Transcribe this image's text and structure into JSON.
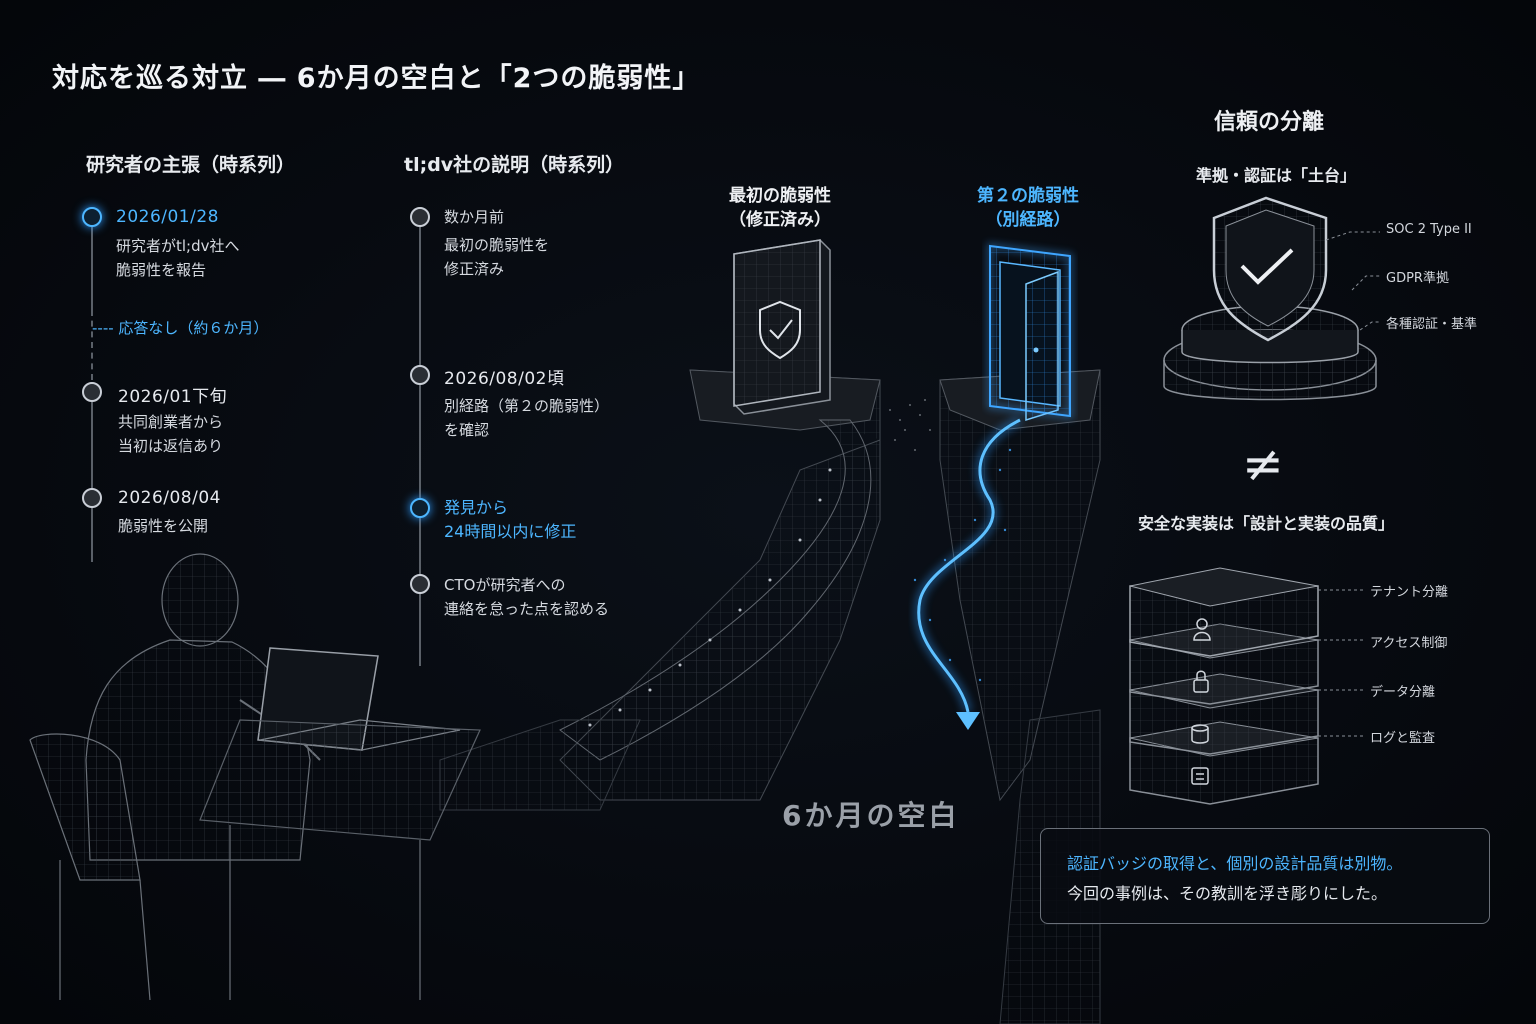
{
  "title": "対応を巡る対立 ― 6か月の空白と「2つの脆弱性」",
  "researcher": {
    "heading": "研究者の主張（時系列）",
    "events": [
      {
        "date": "2026/01/28",
        "lines": [
          "研究者がtl;dv社へ",
          "脆弱性を報告"
        ],
        "highlight": true
      },
      {
        "date": "2026/01下旬",
        "lines": [
          "共同創業者から",
          "当初は返信あり"
        ],
        "highlight": false
      },
      {
        "date": "2026/08/04",
        "lines": [
          "脆弱性を公開"
        ],
        "highlight": false
      }
    ],
    "no_reply": "---- 応答なし（約６か月）"
  },
  "company": {
    "heading": "tl;dv社の説明（時系列）",
    "events": [
      {
        "lines": [
          "数か月前",
          "最初の脆弱性を",
          "修正済み"
        ],
        "highlight": false
      },
      {
        "lines": [
          "2026/08/02頃",
          "別経路（第２の脆弱性）",
          "を確認"
        ],
        "highlight": false
      },
      {
        "lines": [
          "発見から",
          "24時間以内に修正"
        ],
        "highlight": true
      },
      {
        "lines": [
          "CTOが研究者への",
          "連絡を怠った点を認める"
        ],
        "highlight": false
      }
    ]
  },
  "doors": {
    "first": {
      "line1": "最初の脆弱性",
      "line2": "（修正済み）"
    },
    "second": {
      "line1": "第２の脆弱性",
      "line2": "（別経路）"
    }
  },
  "gap_label": "6か月の空白",
  "trust": {
    "title": "信頼の分離",
    "compliance_label": "準拠・認証は「土台」",
    "compliance_items": [
      "SOC 2 Type II",
      "GDPR準拠",
      "各種認証・基準"
    ],
    "not_equal": "≠",
    "secure_label": "安全な実装は「設計と実装の品質」",
    "secure_items": [
      "テナント分離",
      "アクセス制御",
      "データ分離",
      "ログと監査"
    ]
  },
  "callout": {
    "line1": "認証バッジの取得と、個別の設計品質は別物。",
    "line2": "今回の事例は、その教訓を浮き彫りにした。"
  },
  "colors": {
    "accent": "#4db6ff",
    "background": "#06090e",
    "text": "#e6e9ee"
  }
}
